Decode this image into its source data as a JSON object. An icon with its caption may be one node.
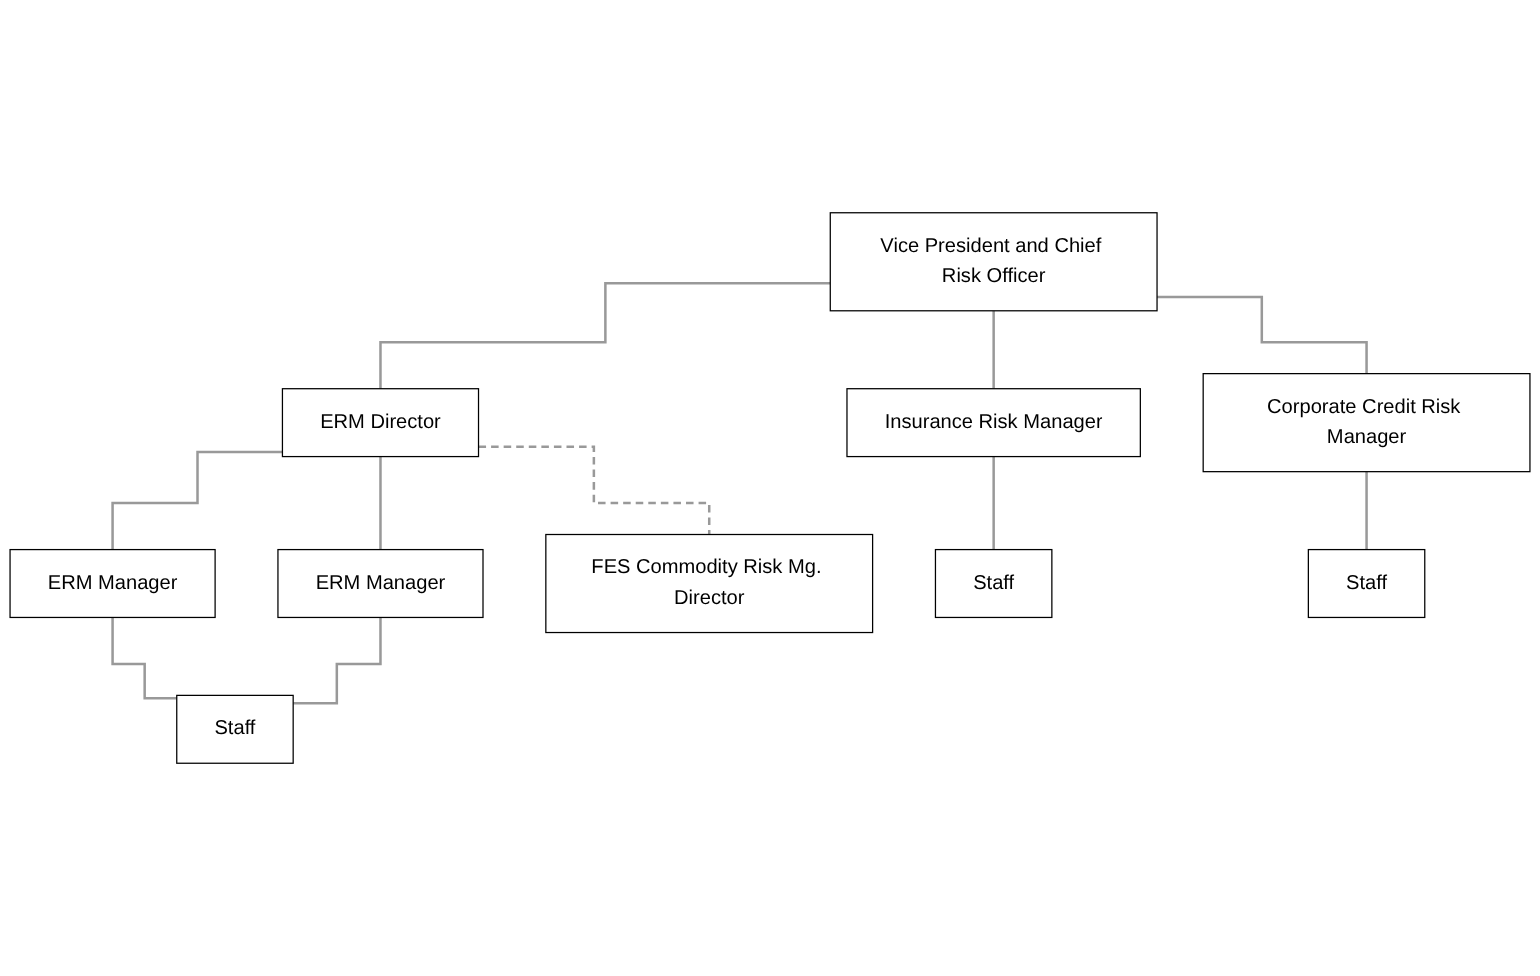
{
  "diagram": {
    "nodes": [
      {
        "text": [
          "Vice President and Chief Risk Officer"
        ]
      },
      {
        "text": [
          "Insurance Risk Manager"
        ]
      },
      {
        "text": [
          "ERM Director"
        ]
      },
      {
        "text": [
          "Corporate Credit Risk Manager"
        ]
      },
      {
        "text": [
          "ERM Manager"
        ]
      },
      {
        "text": [
          "ERM Manager"
        ]
      },
      {
        "text": [
          "FES Commodity Risk Mg. Director"
        ]
      },
      {
        "text": [
          "Staff"
        ]
      },
      {
        "text": [
          "Staff"
        ]
      },
      {
        "text": [
          "Staff"
        ]
      }
    ],
    "edges": [
      {
        "from": 0,
        "to": 1,
        "arrow": "none"
      },
      {
        "from": 0,
        "to": 2,
        "arrow": "none"
      },
      {
        "from": 0,
        "to": 3,
        "arrow": "none"
      },
      {
        "from": 2,
        "to": 4,
        "arrow": "none"
      },
      {
        "from": 2,
        "to": 5,
        "arrow": "none"
      },
      {
        "from": 2,
        "to": 6,
        "arrow": "none",
        "style": "dashed"
      },
      {
        "from": 1,
        "to": 7,
        "arrow": "none"
      },
      {
        "from": 4,
        "to": 8,
        "arrow": "none"
      },
      {
        "from": 5,
        "to": 8,
        "arrow": "none"
      },
      {
        "from": 3,
        "to": 9,
        "arrow": "none"
      }
    ]
  }
}
